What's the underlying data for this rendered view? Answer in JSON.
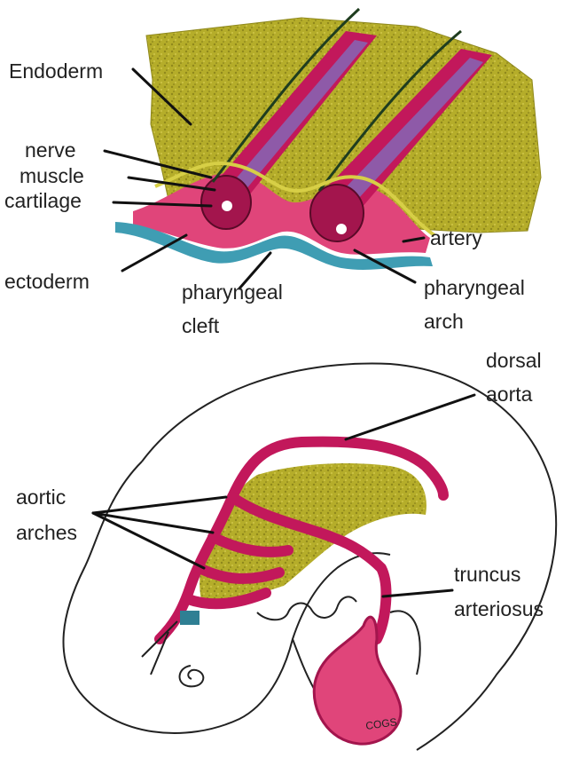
{
  "top_figure": {
    "labels": {
      "endoderm": "Endoderm",
      "nerve": "nerve",
      "muscle": "muscle",
      "cartilage": "cartilage",
      "artery": "artery",
      "ectoderm": "ectoderm",
      "pharyngeal_cleft_1": "pharyngeal",
      "pharyngeal_cleft_2": "cleft",
      "pharyngeal_arch_1": "pharyngeal",
      "pharyngeal_arch_2": "arch"
    }
  },
  "bottom_figure": {
    "labels": {
      "dorsal_aorta_1": "dorsal",
      "dorsal_aorta_2": "aorta",
      "aortic_arches_1": "aortic",
      "aortic_arches_2": "arches",
      "truncus_1": "truncus",
      "truncus_2": "arteriosus"
    },
    "signature": "COGS"
  },
  "colors": {
    "endoderm": "#b5ad2a",
    "endoderm_dark": "#8f881c",
    "artery": "#c2185b",
    "muscle": "#8e5aa8",
    "nerve": "#1f3d1f",
    "ectoderm": "#3f9db3",
    "mesenchyme": "#e0457a",
    "outline": "#222222"
  }
}
